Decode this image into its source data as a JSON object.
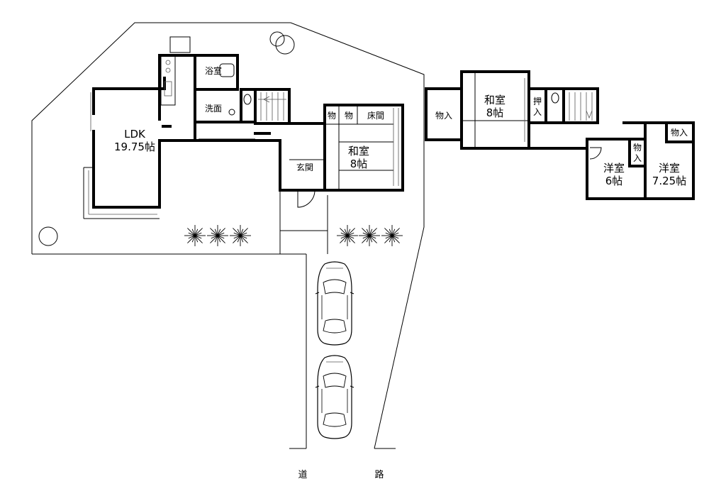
{
  "floor1": {
    "ldk_name": "LDK",
    "ldk_size": "19.75帖",
    "bath": "浴室",
    "washroom": "洗面",
    "storage_a": "物",
    "storage_b": "物",
    "tokonoma": "床間",
    "washitsu_name": "和室",
    "washitsu_size": "8帖",
    "entrance": "玄関"
  },
  "floor2": {
    "closet_left": "物入",
    "washitsu_name": "和室",
    "washitsu_size": "8帖",
    "oshiire_1": "押",
    "oshiire_2": "入",
    "closet_right": "物入",
    "closet_small_1": "物",
    "closet_small_2": "入",
    "youshitsu1_name": "洋室",
    "youshitsu1_size": "6帖",
    "youshitsu2_name": "洋室",
    "youshitsu2_size": "7.25帖"
  },
  "road": {
    "char_1": "道",
    "char_2": "路"
  }
}
